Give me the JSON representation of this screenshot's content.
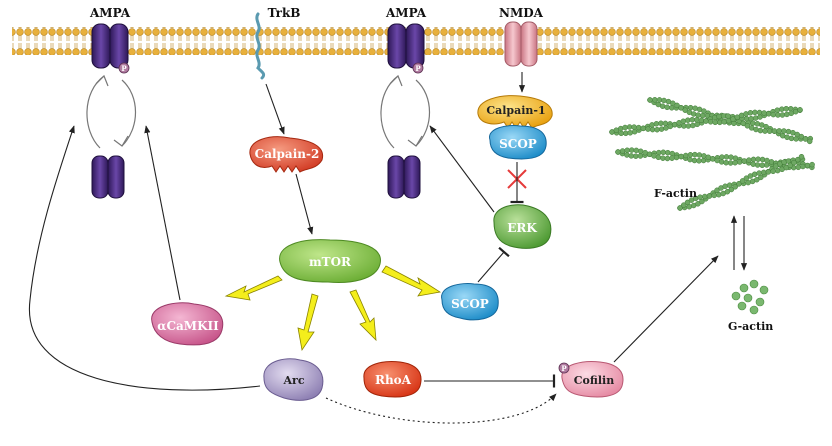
{
  "receptors": {
    "ampa_left": "AMPA",
    "trkb": "TrkB",
    "ampa_mid": "AMPA",
    "nmda": "NMDA",
    "phospho": "P"
  },
  "nodes": {
    "calpain2": "Calpain-2",
    "calpain1": "Calpain-1",
    "scop_top": "SCOP",
    "erk": "ERK",
    "mtor": "mTOR",
    "scop_mid": "SCOP",
    "camkii": "αCaMKII",
    "arc": "Arc",
    "rhoa": "RhoA",
    "cofilin": "Cofilin",
    "cofilin_p": "P"
  },
  "actin": {
    "f_actin": "F-actin",
    "g_actin": "G-actin"
  },
  "colors": {
    "membrane": "#e8b03c",
    "ampa": "#4b2a7e",
    "nmda": "#e6a3ad",
    "trkb": "#5a9ab0",
    "calpain2": "#e2513a",
    "calpain1": "#f2b41c",
    "scop": "#2ea5df",
    "erk": "#66ab45",
    "mtor": "#86c84a",
    "camkii": "#d86ea2",
    "arc": "#a99cc6",
    "rhoa": "#e8482e",
    "cofilin": "#f2a3b6",
    "actin": "#6ea863",
    "yellow_arrow": "#f4ee1c"
  }
}
